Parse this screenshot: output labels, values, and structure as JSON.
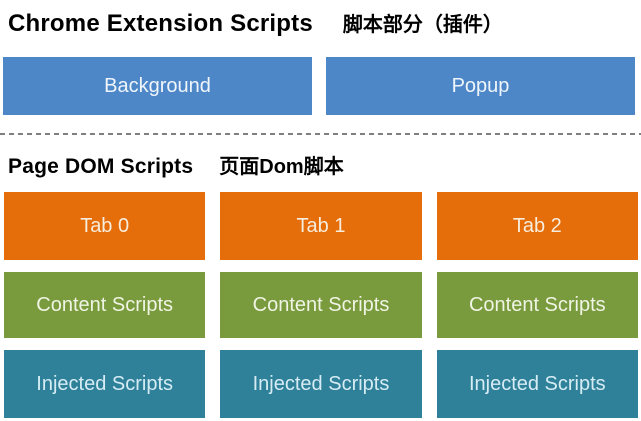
{
  "colors": {
    "blue": "#4E87C8",
    "blue_text": "#EFF5FB",
    "orange": "#E56D0A",
    "orange_text": "#F7EDDC",
    "green": "#7A9B3D",
    "green_text": "#EFF4E4",
    "teal": "#2F8099",
    "teal_text": "#D6ECF4",
    "divider": "#7F7F7F",
    "title_text": "#000000"
  },
  "sections": {
    "extension": {
      "title_en": "Chrome Extension Scripts",
      "title_zh": "脚本部分（插件）",
      "boxes": [
        {
          "label": "Background"
        },
        {
          "label": "Popup"
        }
      ]
    },
    "page_dom": {
      "title_en": "Page DOM Scripts",
      "title_zh": "页面Dom脚本",
      "columns": [
        {
          "tab": "Tab 0",
          "content": "Content Scripts",
          "injected": "Injected Scripts"
        },
        {
          "tab": "Tab 1",
          "content": "Content Scripts",
          "injected": "Injected Scripts"
        },
        {
          "tab": "Tab 2",
          "content": "Content Scripts",
          "injected": "Injected Scripts"
        }
      ]
    }
  }
}
